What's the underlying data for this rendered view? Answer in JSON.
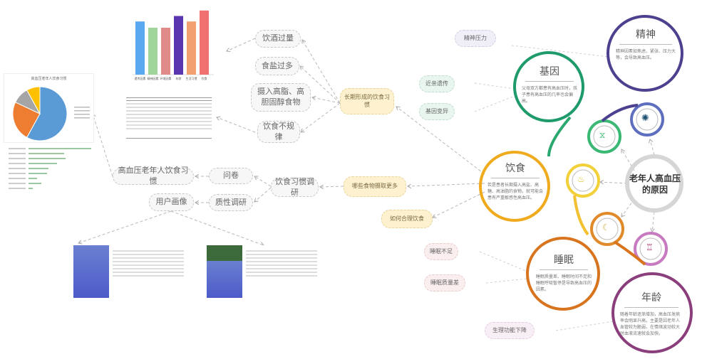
{
  "center": {
    "label": "老年人高血压的原因"
  },
  "factors": [
    {
      "title": "精神",
      "desc": "精神因素如焦虑、紧张、压力大等，会导致高血压。",
      "icon": "virus-icon",
      "color": "#4b418f"
    },
    {
      "title": "基因",
      "desc": "父母双方都患有高血压时，孩子患有高血压的几率也会偏高。",
      "icon": "dna-icon",
      "color": "#1f9a6b"
    },
    {
      "title": "饮食",
      "desc": "若是患者长期摄入高盐、高糖、高油脂的食物，就可能会患有严重敏感性高血压。",
      "icon": "food-bowl-icon",
      "color": "#f0aa1e"
    },
    {
      "title": "睡眠",
      "desc": "睡眠质量差、睡眠时间不足和睡眠呼吸暂停是导致高血压的因素。",
      "icon": "moon-icon",
      "color": "#d8741e"
    },
    {
      "title": "年龄",
      "desc": "随着年龄逐渐增加，高血压发病率会明显升高，主要是因老年人血管较为脆弱，在情绪波动较大时血液流速就会加快。",
      "icon": "cake-icon",
      "color": "#8b3e7c"
    }
  ],
  "leaves": {
    "stress": "精神压力",
    "kin": "近亲遗传",
    "mutation": "基因变异",
    "sleep_short": "睡眠不足",
    "sleep_poor": "睡眠质量差",
    "decline": "生理功能下降"
  },
  "diet": {
    "habit": "长期形成的饮食习惯",
    "more": "哪些食物摄取更多",
    "reasonable": "如何合理饮食",
    "alcohol": "饮酒过量",
    "salt": "食盐过多",
    "fat": "摄入高脂、高胆固醇食物",
    "irregular": "饮食不规律",
    "survey": "饮食习惯调研",
    "questionnaire": "问卷",
    "qualitative": "质性调研",
    "elderly_habit": "高血压老年人饮食习惯",
    "persona": "用户画像"
  },
  "chart_data": [
    {
      "type": "bar",
      "categories": [
        "遗传因素",
        "精神因素",
        "环境因素",
        "年龄",
        "生活习惯",
        "饮食"
      ],
      "values": [
        680,
        600,
        600,
        750,
        680,
        820
      ],
      "ylim": [
        0,
        800
      ],
      "colors": [
        "#5aa8f0",
        "#9fd49a",
        "#e08a8a",
        "#5a35b0",
        "#f2a070",
        "#f07070"
      ]
    },
    {
      "type": "pie",
      "title": "高血压老年人饮食习惯",
      "values": [
        58,
        24,
        10,
        8
      ],
      "colors": [
        "#5b9bd5",
        "#ed7d31",
        "#a5a5a5",
        "#ffc000"
      ]
    }
  ]
}
